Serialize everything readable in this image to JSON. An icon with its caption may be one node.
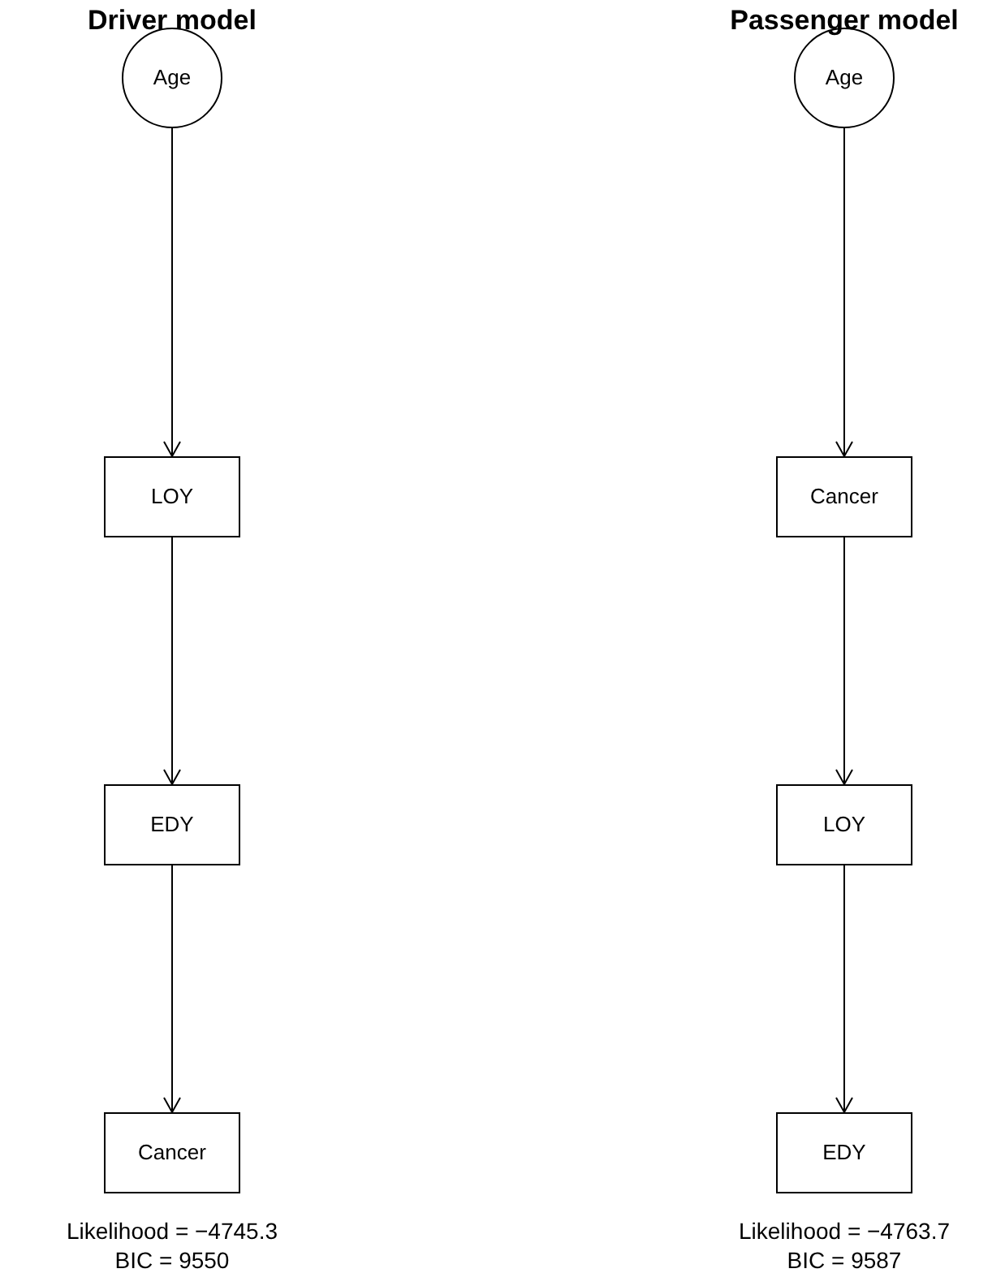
{
  "diagram": {
    "nodes": [
      {
        "text": [
          "Age"
        ]
      },
      {
        "text": [
          "LOY"
        ]
      },
      {
        "text": [
          "EDY"
        ]
      },
      {
        "text": [
          "Cancer"
        ]
      },
      {
        "text": [
          "Age"
        ]
      },
      {
        "text": [
          "Cancer"
        ]
      },
      {
        "text": [
          "LOY"
        ]
      },
      {
        "text": [
          "EDY"
        ]
      }
    ],
    "edges": [
      {
        "from": 0,
        "to": 1,
        "arrow": "to"
      },
      {
        "from": 1,
        "to": 2,
        "arrow": "to"
      },
      {
        "from": 2,
        "to": 3,
        "arrow": "to"
      },
      {
        "from": 4,
        "to": 5,
        "arrow": "to"
      },
      {
        "from": 5,
        "to": 6,
        "arrow": "to"
      },
      {
        "from": 6,
        "to": 7,
        "arrow": "to"
      }
    ],
    "labels": [
      "Driver model",
      "Passenger model",
      "Likelihood = −4745.3",
      "BIC = 9550",
      "Likelihood = −4763.7",
      "BIC = 9587"
    ]
  }
}
